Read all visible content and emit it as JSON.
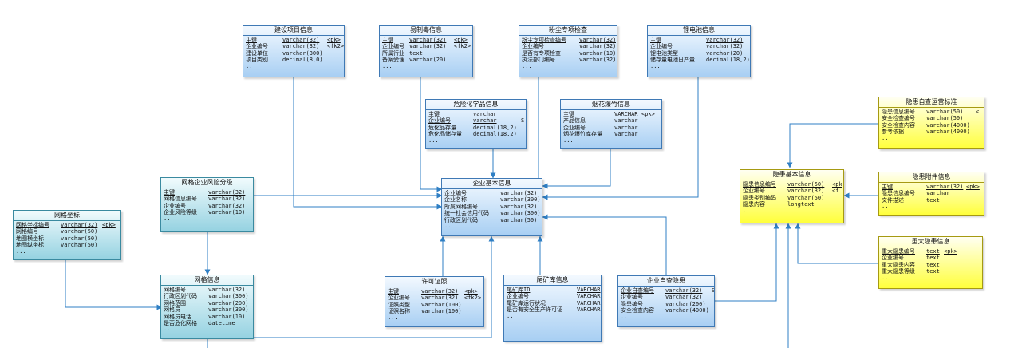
{
  "entities": {
    "jianshe": {
      "title": "建设项目信息",
      "rows": [
        {
          "name": "主键",
          "type": "varchar(32)",
          "key": "<pk>",
          "u": true
        },
        {
          "name": "企业编号",
          "type": "varchar(32)",
          "key": "<fk2>",
          "u": false
        },
        {
          "name": "建设单位",
          "type": "varchar(300)",
          "key": "",
          "u": false
        },
        {
          "name": "项目类别",
          "type": "decimal(8,0)",
          "key": "",
          "u": false
        }
      ],
      "more": "..."
    },
    "yizhidu": {
      "title": "易制毒信息",
      "rows": [
        {
          "name": "主键",
          "type": "varchar(32)",
          "key": "<pk>",
          "u": true
        },
        {
          "name": "企业编号",
          "type": "varchar(32)",
          "key": "<fk2>",
          "u": false
        },
        {
          "name": "所属行业",
          "type": "text",
          "key": "",
          "u": false
        },
        {
          "name": "备案受理",
          "type": "varchar(20)",
          "key": "",
          "u": false
        }
      ],
      "more": "..."
    },
    "fenchen": {
      "title": "粉尘专项检查",
      "rows": [
        {
          "name": "粉尘专项检查编号",
          "type": "varchar(32)",
          "key": "",
          "u": true
        },
        {
          "name": "企业编号",
          "type": "varchar(32)",
          "key": "",
          "u": false
        },
        {
          "name": "是否有专项检查",
          "type": "varchar(10)",
          "key": "",
          "u": false
        },
        {
          "name": "执法部门编号",
          "type": "varchar(32)",
          "key": "",
          "u": false
        }
      ],
      "more": "..."
    },
    "lidianchi": {
      "title": "锂电池信息",
      "rows": [
        {
          "name": "主键",
          "type": "varchar(32)",
          "key": "",
          "u": true
        },
        {
          "name": "企业编号",
          "type": "varchar(32)",
          "key": "",
          "u": false
        },
        {
          "name": "锂电池类型",
          "type": "varchar(20)",
          "key": "",
          "u": false
        },
        {
          "name": "储存量电池日产量",
          "type": "decimal(18,2)",
          "key": "",
          "u": false
        }
      ],
      "more": "..."
    },
    "weihuapin": {
      "title": "危险化学品信息",
      "rows": [
        {
          "name": "主键",
          "type": "varchar",
          "key": "",
          "u": false
        },
        {
          "name": "企业编号",
          "type": "varchar",
          "key": "S",
          "u": true
        },
        {
          "name": "危化品存量",
          "type": "decimal(18,2)",
          "key": "",
          "u": false
        },
        {
          "name": "危化品储存量",
          "type": "decimal(18,2)",
          "key": "",
          "u": false
        }
      ],
      "more": "..."
    },
    "yanhua": {
      "title": "烟花爆竹信息",
      "rows": [
        {
          "name": "主键",
          "type": "VARCHAR",
          "key": "<pk>",
          "u": true
        },
        {
          "name": "产品信息",
          "type": "varchar",
          "key": "",
          "u": false
        },
        {
          "name": "企业编号",
          "type": "varchar",
          "key": "",
          "u": false
        },
        {
          "name": "烟花爆竹库存量",
          "type": "varchar",
          "key": "",
          "u": false
        }
      ],
      "more": "..."
    },
    "fengxian": {
      "title": "网格企业风险分级",
      "rows": [
        {
          "name": "主键",
          "type": "varchar(32)",
          "key": "",
          "u": true
        },
        {
          "name": "网格信息编号",
          "type": "varchar(32)",
          "key": "",
          "u": false
        },
        {
          "name": "企业编号",
          "type": "varchar(32)",
          "key": "",
          "u": false
        },
        {
          "name": "企业风险等级",
          "type": "varchar(10)",
          "key": "",
          "u": false
        }
      ],
      "more": "..."
    },
    "qiye": {
      "title": "企业基本信息",
      "rows": [
        {
          "name": "企业编号",
          "type": "varchar(32)",
          "key": "",
          "u": true
        },
        {
          "name": "企业名称",
          "type": "varchar(300)",
          "key": "",
          "u": false
        },
        {
          "name": "所属网格编号",
          "type": "varchar(32)",
          "key": "",
          "u": false
        },
        {
          "name": "统一社会信用代码",
          "type": "varchar(300)",
          "key": "",
          "u": false
        },
        {
          "name": "行政区划代码",
          "type": "varchar(50)",
          "key": "",
          "u": false
        }
      ],
      "more": "..."
    },
    "zuobiao": {
      "title": "网格坐标",
      "rows": [
        {
          "name": "网格坐标编号",
          "type": "varchar(32)",
          "key": "<pk>",
          "u": true
        },
        {
          "name": "网格编号",
          "type": "varchar(50)",
          "key": "",
          "u": false
        },
        {
          "name": "地图横坐标",
          "type": "varchar(50)",
          "key": "",
          "u": false
        },
        {
          "name": "地图纵坐标",
          "type": "varchar(50)",
          "key": "",
          "u": false
        }
      ],
      "more": "..."
    },
    "wangge": {
      "title": "网格信息",
      "rows": [
        {
          "name": "网格编号",
          "type": "varchar(32)",
          "key": "",
          "u": false
        },
        {
          "name": "行政区划代码",
          "type": "varchar(300)",
          "key": "",
          "u": false
        },
        {
          "name": "网格范围",
          "type": "varchar(200)",
          "key": "",
          "u": false
        },
        {
          "name": "网格员",
          "type": "varchar(300)",
          "key": "",
          "u": false
        },
        {
          "name": "网格员电话",
          "type": "varchar(10)",
          "key": "",
          "u": false
        },
        {
          "name": "是否危化网格",
          "type": "datetime",
          "key": "",
          "u": false
        }
      ],
      "more": "..."
    },
    "xuke": {
      "title": "许可证照",
      "rows": [
        {
          "name": "主键",
          "type": "varchar(32)",
          "key": "<pk>",
          "u": true
        },
        {
          "name": "企业编号",
          "type": "varchar(32)",
          "key": "<fk2>",
          "u": false
        },
        {
          "name": "证照类型",
          "type": "varchar(100)",
          "key": "",
          "u": false
        },
        {
          "name": "证照名称",
          "type": "varchar(100)",
          "key": "",
          "u": false
        }
      ],
      "more": "..."
    },
    "weikuang": {
      "title": "尾矿库信息",
      "rows": [
        {
          "name": "尾矿库ID",
          "type": "VARCHAR",
          "key": "",
          "u": true
        },
        {
          "name": "企业编号",
          "type": "VARCHAR",
          "key": "",
          "u": false
        },
        {
          "name": "尾矿库运行状况",
          "type": "VARCHAR",
          "key": "",
          "u": false
        },
        {
          "name": "是否有安全生产许可证",
          "type": "VARCHAR",
          "key": "",
          "u": false
        }
      ],
      "more": "..."
    },
    "zicha": {
      "title": "企业自查隐患",
      "rows": [
        {
          "name": "企业自查编号",
          "type": "varchar(32)",
          "key": "S",
          "u": true
        },
        {
          "name": "企业编号",
          "type": "varchar(32)",
          "key": "",
          "u": false
        },
        {
          "name": "隐患编号",
          "type": "varchar(200)",
          "key": "",
          "u": false
        },
        {
          "name": "安全检查内容",
          "type": "varchar(4000)",
          "key": "",
          "u": false
        }
      ],
      "more": "..."
    },
    "yinhuan": {
      "title": "隐患基本信息",
      "rows": [
        {
          "name": "隐患信息编号",
          "type": "varchar(50)",
          "key": "<pk",
          "u": true
        },
        {
          "name": "企业编号",
          "type": "varchar(32)",
          "key": "<f",
          "u": false
        },
        {
          "name": "隐患类别编码",
          "type": "varchar(50)",
          "key": "",
          "u": false
        },
        {
          "name": "隐患内容",
          "type": "longtext",
          "key": "",
          "u": false
        }
      ],
      "more": "..."
    },
    "biaozhun": {
      "title": "隐患自查运营标准",
      "rows": [
        {
          "name": "隐患信息编号",
          "type": "varchar(50)",
          "key": "<",
          "u": false
        },
        {
          "name": "安全检查编号",
          "type": "varchar(50)",
          "key": "",
          "u": false
        },
        {
          "name": "安全检查内容",
          "type": "varchar(4000)",
          "key": "",
          "u": false
        },
        {
          "name": "参考依据",
          "type": "varchar(4000)",
          "key": "",
          "u": false
        }
      ],
      "more": "..."
    },
    "fujian": {
      "title": "隐患附件信息",
      "rows": [
        {
          "name": "主键",
          "type": "varchar(32)",
          "key": "<pk>",
          "u": true
        },
        {
          "name": "隐患信息编号",
          "type": "varchar",
          "key": "",
          "u": false
        },
        {
          "name": "文件描述",
          "type": "text",
          "key": "",
          "u": false
        }
      ],
      "more": "..."
    },
    "zhongda": {
      "title": "重大隐患信息",
      "rows": [
        {
          "name": "重大隐患编号",
          "type": "text",
          "key": "<pk>",
          "u": true
        },
        {
          "name": "企业编号",
          "type": "text",
          "key": "",
          "u": false
        },
        {
          "name": "重大隐患内容",
          "type": "text",
          "key": "",
          "u": false
        },
        {
          "name": "重大隐患等级",
          "type": "text",
          "key": "",
          "u": false
        }
      ],
      "more": "..."
    }
  },
  "colors": {
    "line": "#2f7fc4",
    "blue_fill": "#a8cff3",
    "teal_fill": "#95d2e1",
    "yellow_fill": "#ffff3c"
  }
}
